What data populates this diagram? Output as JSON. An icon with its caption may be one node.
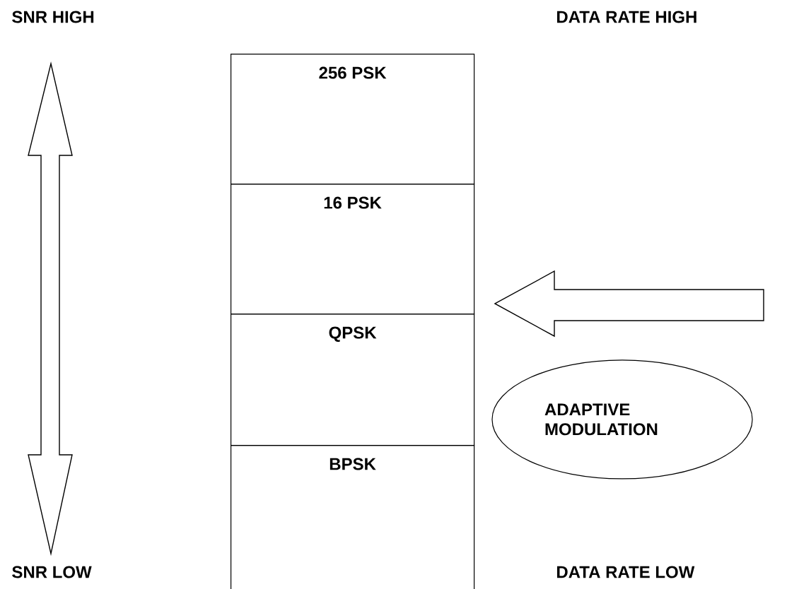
{
  "diagram": {
    "nodes": [
      {
        "text": [
          "256 PSK"
        ]
      },
      {
        "text": [
          "16 PSK"
        ]
      },
      {
        "text": [
          "QPSK"
        ]
      },
      {
        "text": [
          "BPSK"
        ]
      },
      {
        "text": [
          "ADAPTIVE MODULATION"
        ]
      }
    ],
    "labels": [
      "SNR HIGH",
      "DATA RATE HIGH",
      "SNR LOW",
      "DATA RATE LOW"
    ]
  }
}
